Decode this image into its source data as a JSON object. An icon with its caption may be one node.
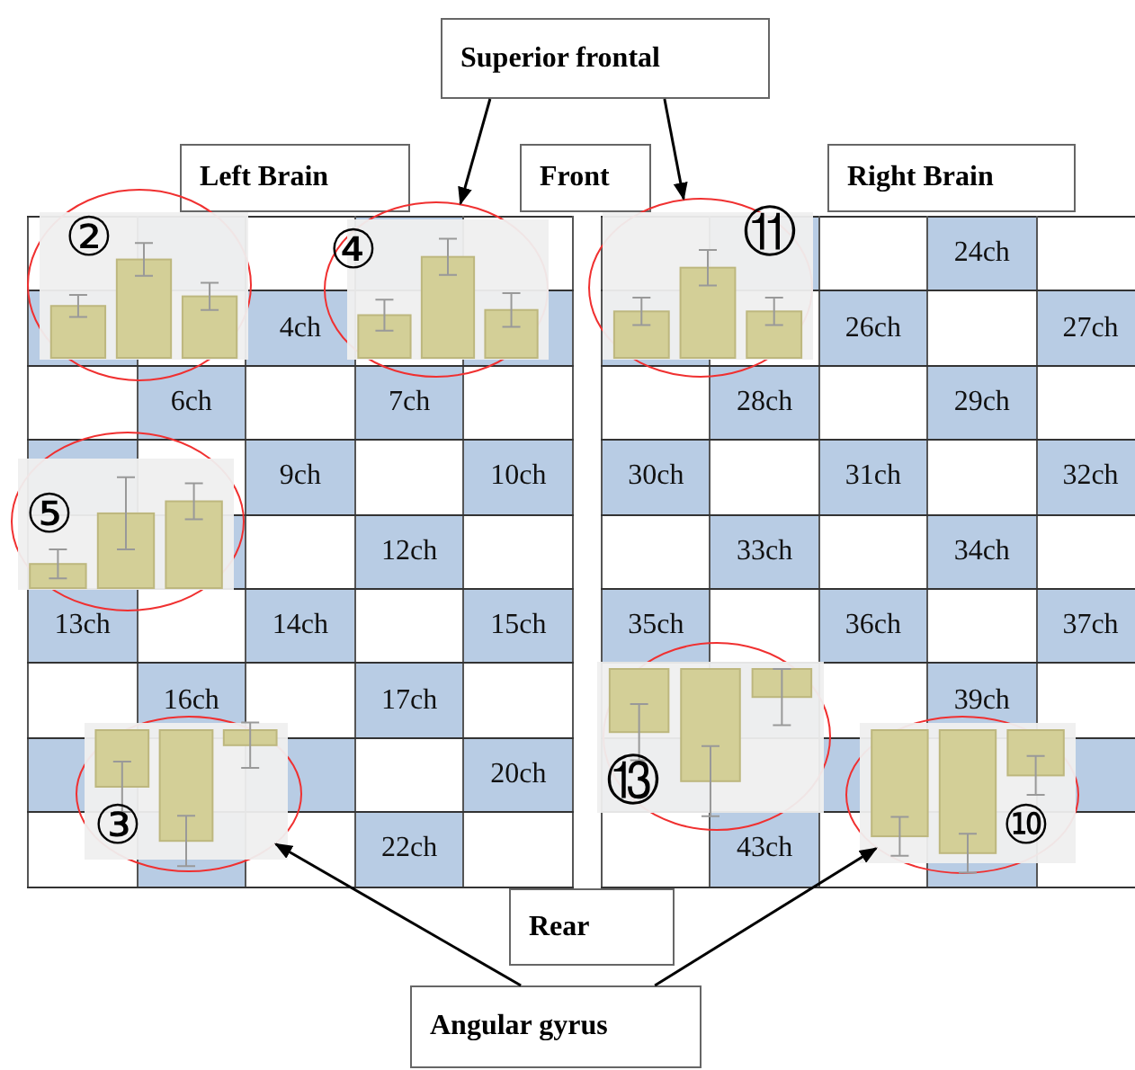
{
  "diagram": {
    "nodes": [
      {
        "text": [
          "Superior frontal"
        ]
      },
      {
        "text": [
          "Left Brain"
        ]
      },
      {
        "text": [
          "Front"
        ]
      },
      {
        "text": [
          "Right Brain"
        ]
      },
      {
        "text": [
          "②"
        ]
      },
      {
        "text": [
          "④"
        ]
      },
      {
        "text": [
          "⑪"
        ]
      },
      {
        "text": [
          "⑤"
        ]
      },
      {
        "text": [
          "⑬"
        ]
      },
      {
        "text": [
          "③"
        ]
      },
      {
        "text": [
          "⑩"
        ]
      },
      {
        "text": [
          "Rear"
        ]
      },
      {
        "text": [
          "Angular gyrus"
        ]
      }
    ],
    "edges": [
      {
        "from": 0,
        "to": 5,
        "arrow": "to"
      },
      {
        "from": 0,
        "to": 6,
        "arrow": "to"
      },
      {
        "from": 12,
        "to": 9,
        "arrow": "to"
      },
      {
        "from": 12,
        "to": 10,
        "arrow": "to"
      }
    ],
    "labels": [
      "24ch",
      "4ch",
      "26ch",
      "27ch",
      "6ch",
      "7ch",
      "28ch",
      "29ch",
      "9ch",
      "10ch",
      "30ch",
      "31ch",
      "32ch",
      "12ch",
      "33ch",
      "34ch",
      "13ch",
      "14ch",
      "15ch",
      "35ch",
      "36ch",
      "37ch",
      "16ch",
      "17ch",
      "39ch",
      "20ch",
      "22ch",
      "43ch"
    ]
  }
}
